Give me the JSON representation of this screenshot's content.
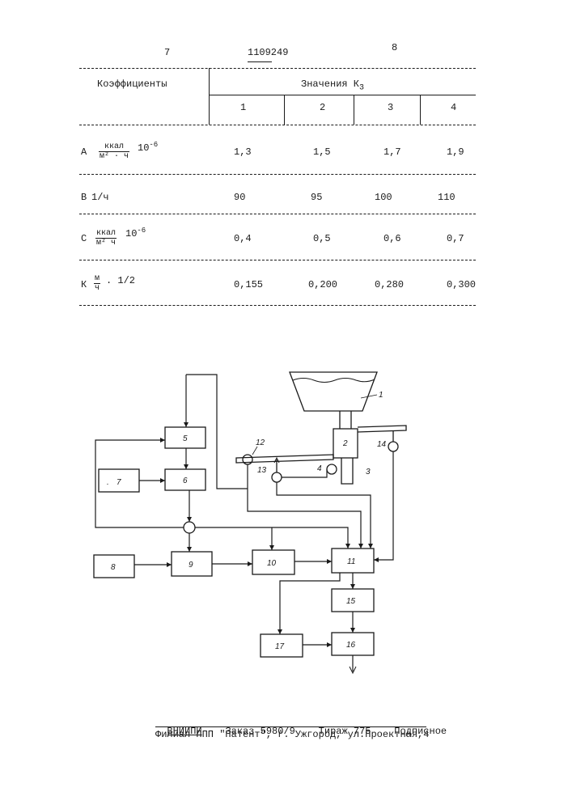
{
  "page": {
    "left_num": "7",
    "patent_no": "1109249",
    "right_num": "8"
  },
  "table": {
    "col_header": "Коэффициенты",
    "values_header": "Значения К",
    "values_sub": "3",
    "cols": [
      "1",
      "2",
      "3",
      "4"
    ],
    "rows": [
      {
        "letter": "A",
        "unit_num": "ккал",
        "unit_den": "м² · ч",
        "unit_suffix": "10",
        "unit_exp": "-6",
        "values": [
          "1,3",
          "1,5",
          "1,7",
          "1,9"
        ]
      },
      {
        "letter": "В",
        "unit_text": "1/ч",
        "values": [
          "90",
          "95",
          "100",
          "110"
        ]
      },
      {
        "letter": "С",
        "unit_num": "ккал",
        "unit_den": "м²  ч",
        "unit_suffix": "10",
        "unit_exp": "-6",
        "values": [
          "0,4",
          "0,5",
          "0,6",
          "0,7"
        ]
      },
      {
        "letter": "К",
        "unit_num": "м",
        "unit_den": "ч",
        "unit_suffix": ". 1/2",
        "values": [
          "0,155",
          "0,200",
          "0,280",
          "0,300"
        ]
      }
    ]
  },
  "diagram": {
    "blocks": [
      "5",
      "6",
      "7",
      "8",
      "9",
      "10",
      "11",
      "15",
      "16",
      "17",
      "2"
    ],
    "labels": [
      "1",
      "3",
      "4",
      "12",
      "13",
      "14"
    ]
  },
  "footer": {
    "line1_org": "ВНИИПИ",
    "line1_order": "Заказ 5980/9",
    "line1_run": "Тираж 775",
    "line1_sub": "Подписное",
    "line2": "Филиал ППП \"Патент\", г. Ужгород, ул.Проектная,4"
  }
}
